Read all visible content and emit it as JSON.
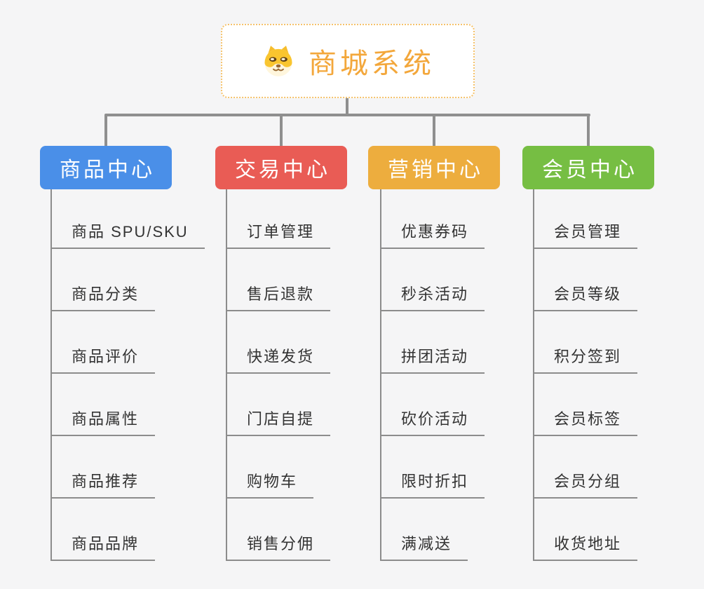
{
  "root": {
    "title": "商城系统",
    "icon": "dog-face",
    "text_color": "#F3A73B",
    "border_color": "#F5C26B"
  },
  "theme": {
    "background": "#F5F5F6",
    "connector_color": "#8F8F8F",
    "leaf_line_color": "#8C8C8C",
    "leaf_text_color": "#333333"
  },
  "branches": [
    {
      "label": "商品中心",
      "color": "#4A8FE8",
      "children": [
        "商品 SPU/SKU",
        "商品分类",
        "商品评价",
        "商品属性",
        "商品推荐",
        "商品品牌"
      ]
    },
    {
      "label": "交易中心",
      "color": "#E95C55",
      "children": [
        "订单管理",
        "售后退款",
        "快递发货",
        "门店自提",
        "购物车",
        "销售分佣"
      ]
    },
    {
      "label": "营销中心",
      "color": "#EDAD3E",
      "children": [
        "优惠券码",
        "秒杀活动",
        "拼团活动",
        "砍价活动",
        "限时折扣",
        "满减送"
      ]
    },
    {
      "label": "会员中心",
      "color": "#76BE43",
      "children": [
        "会员管理",
        "会员等级",
        "积分签到",
        "会员标签",
        "会员分组",
        "收货地址"
      ]
    }
  ]
}
